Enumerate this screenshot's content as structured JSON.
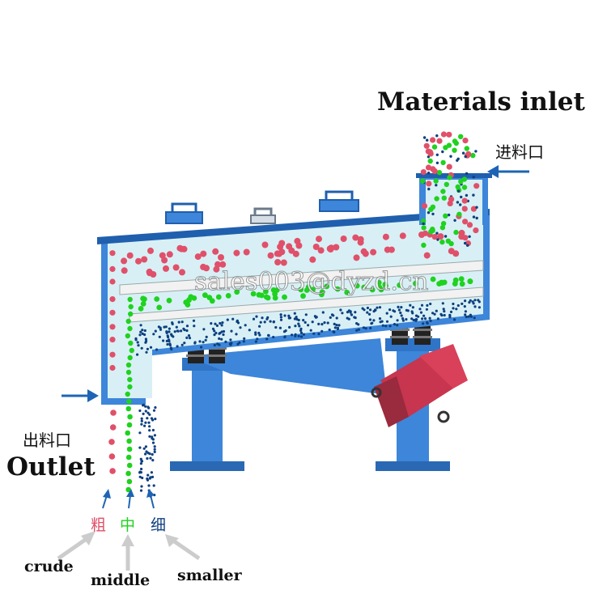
{
  "labels": {
    "inlet_title": "Materials inlet",
    "inlet_cn": "进料口",
    "outlet_cn": "出料口",
    "outlet_title": "Outlet",
    "watermark": "sales003@dyzd.cn"
  },
  "fractions": [
    {
      "cn": "粗",
      "en": "crude",
      "color": "#e0506a"
    },
    {
      "cn": "中",
      "en": "middle",
      "color": "#1fd21f"
    },
    {
      "cn": "细",
      "en": "smaller",
      "color": "#0d3f7f"
    }
  ],
  "colors": {
    "machine_blue": "#3d86d9",
    "machine_dark": "#1f5fae",
    "chamber": "#d8f0f5",
    "screen": "#f2f2f2",
    "motor_red": "#d9405a",
    "arrow_blue": "#1e64b4",
    "arrow_gray": "#cccccc"
  }
}
